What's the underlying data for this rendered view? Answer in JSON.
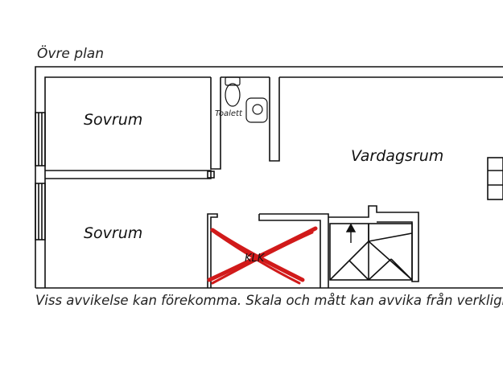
{
  "plan": {
    "title": "Övre plan",
    "disclaimer": "Viss avvikelse kan förekomma. Skala och mått kan avvika från verklighet",
    "rooms": {
      "bedroom_top": "Sovrum",
      "bedroom_bottom": "Sovrum",
      "toilet": "Toalett",
      "living_room": "Vardagsrum",
      "closet_crossed": "KLK"
    },
    "colors": {
      "walls": "#111111",
      "cross": "#d11a1a"
    },
    "icons": [
      "toilet-icon",
      "sink-icon",
      "stair-arrow-icon",
      "window-icon",
      "cross-mark-icon"
    ]
  }
}
